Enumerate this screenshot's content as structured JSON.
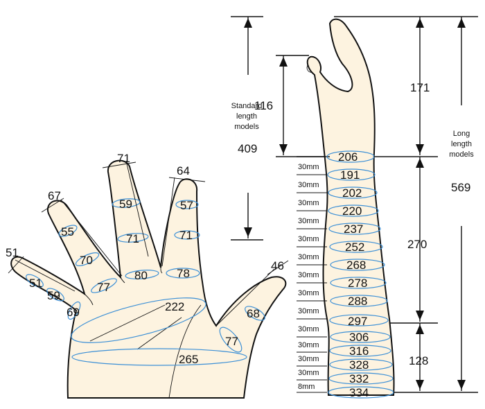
{
  "hand": {
    "tip_widths": {
      "little": "51",
      "ring": "67",
      "middle": "71",
      "index": "64",
      "thumb": "46"
    },
    "little_finger": [
      "51",
      "59",
      "69"
    ],
    "ring_finger": [
      "55",
      "70",
      "77"
    ],
    "middle_finger": [
      "59",
      "71",
      "80"
    ],
    "index_finger": [
      "57",
      "71",
      "78"
    ],
    "thumb": [
      "68",
      "77"
    ],
    "palm": "222",
    "wrist": "265"
  },
  "standard": {
    "label_lines": [
      "Standard",
      "length",
      "models"
    ],
    "finger_length": "116",
    "total": "409"
  },
  "long": {
    "label_lines": [
      "Long",
      "length",
      "models"
    ],
    "total": "569",
    "segment_hand": "171",
    "segment_mid": "270",
    "segment_low": "128"
  },
  "arm": {
    "circumferences": [
      "206",
      "191",
      "202",
      "220",
      "237",
      "252",
      "268",
      "278",
      "288",
      "297",
      "306",
      "316",
      "328",
      "332",
      "334"
    ],
    "spacing_labels": [
      "30mm",
      "30mm",
      "30mm",
      "30mm",
      "30mm",
      "30mm",
      "30mm",
      "30mm",
      "30mm",
      "30mm",
      "30mm",
      "30mm",
      "30mm",
      "8mm"
    ]
  }
}
